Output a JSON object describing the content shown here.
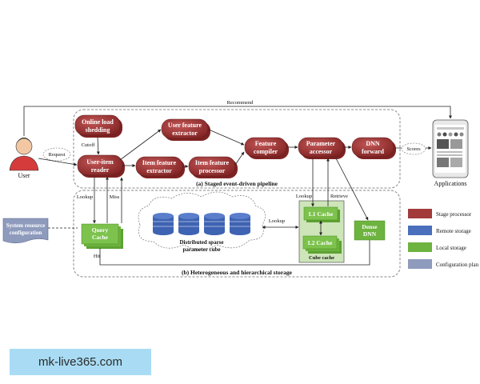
{
  "diagram": {
    "top_label": "Recommend",
    "user_label": "User",
    "request_label": "Request",
    "cutoff_label": "Cutoff",
    "lookup_label": "Lookup",
    "miss_label": "Miss",
    "hit_label": "Hit",
    "cube_lookup_label": "Lookup",
    "cache_lookup_label": "Lookup",
    "retrieve_label": "Retrieve",
    "scores_label": "Scores",
    "applications_label": "Applications",
    "stage_processors": {
      "online_load_shedding": [
        "Online load",
        "shedding"
      ],
      "user_item_reader": [
        "User-item",
        "reader"
      ],
      "item_feature_extractor": [
        "Item feature",
        "extractor"
      ],
      "item_feature_processor": [
        "Item feature",
        "processor"
      ],
      "user_feature_extractor": [
        "User feature",
        "extractor"
      ],
      "feature_compiler": [
        "Feature",
        "compiler"
      ],
      "parameter_accessor": [
        "Parameter",
        "accessor"
      ],
      "dnn_forward": [
        "DNN",
        "forward"
      ]
    },
    "query_cache": [
      "Query",
      "Cache"
    ],
    "l1_cache": "L1 Cache",
    "l2_cache": "L2 Cache",
    "cube_cache": "Cube cache",
    "dense_dnn": [
      "Dense",
      "DNN"
    ],
    "distributed_cube": [
      "Distributed sparse",
      "parameter cube"
    ],
    "system_resource": [
      "System resource",
      "configuration"
    ],
    "pipeline_caption": "(a) Staged event-driven pipeline",
    "storage_caption": "(b) Heterogeneous and hierarchical storage"
  },
  "legend": [
    {
      "label": "Stage processor",
      "color": "#a33a3a"
    },
    {
      "label": "Remote storage",
      "color": "#4a6fbd"
    },
    {
      "label": "Local storage",
      "color": "#6db33f"
    },
    {
      "label": "Configuration plan",
      "color": "#8e9bbd"
    }
  ],
  "watermark": "mk-live365.com"
}
